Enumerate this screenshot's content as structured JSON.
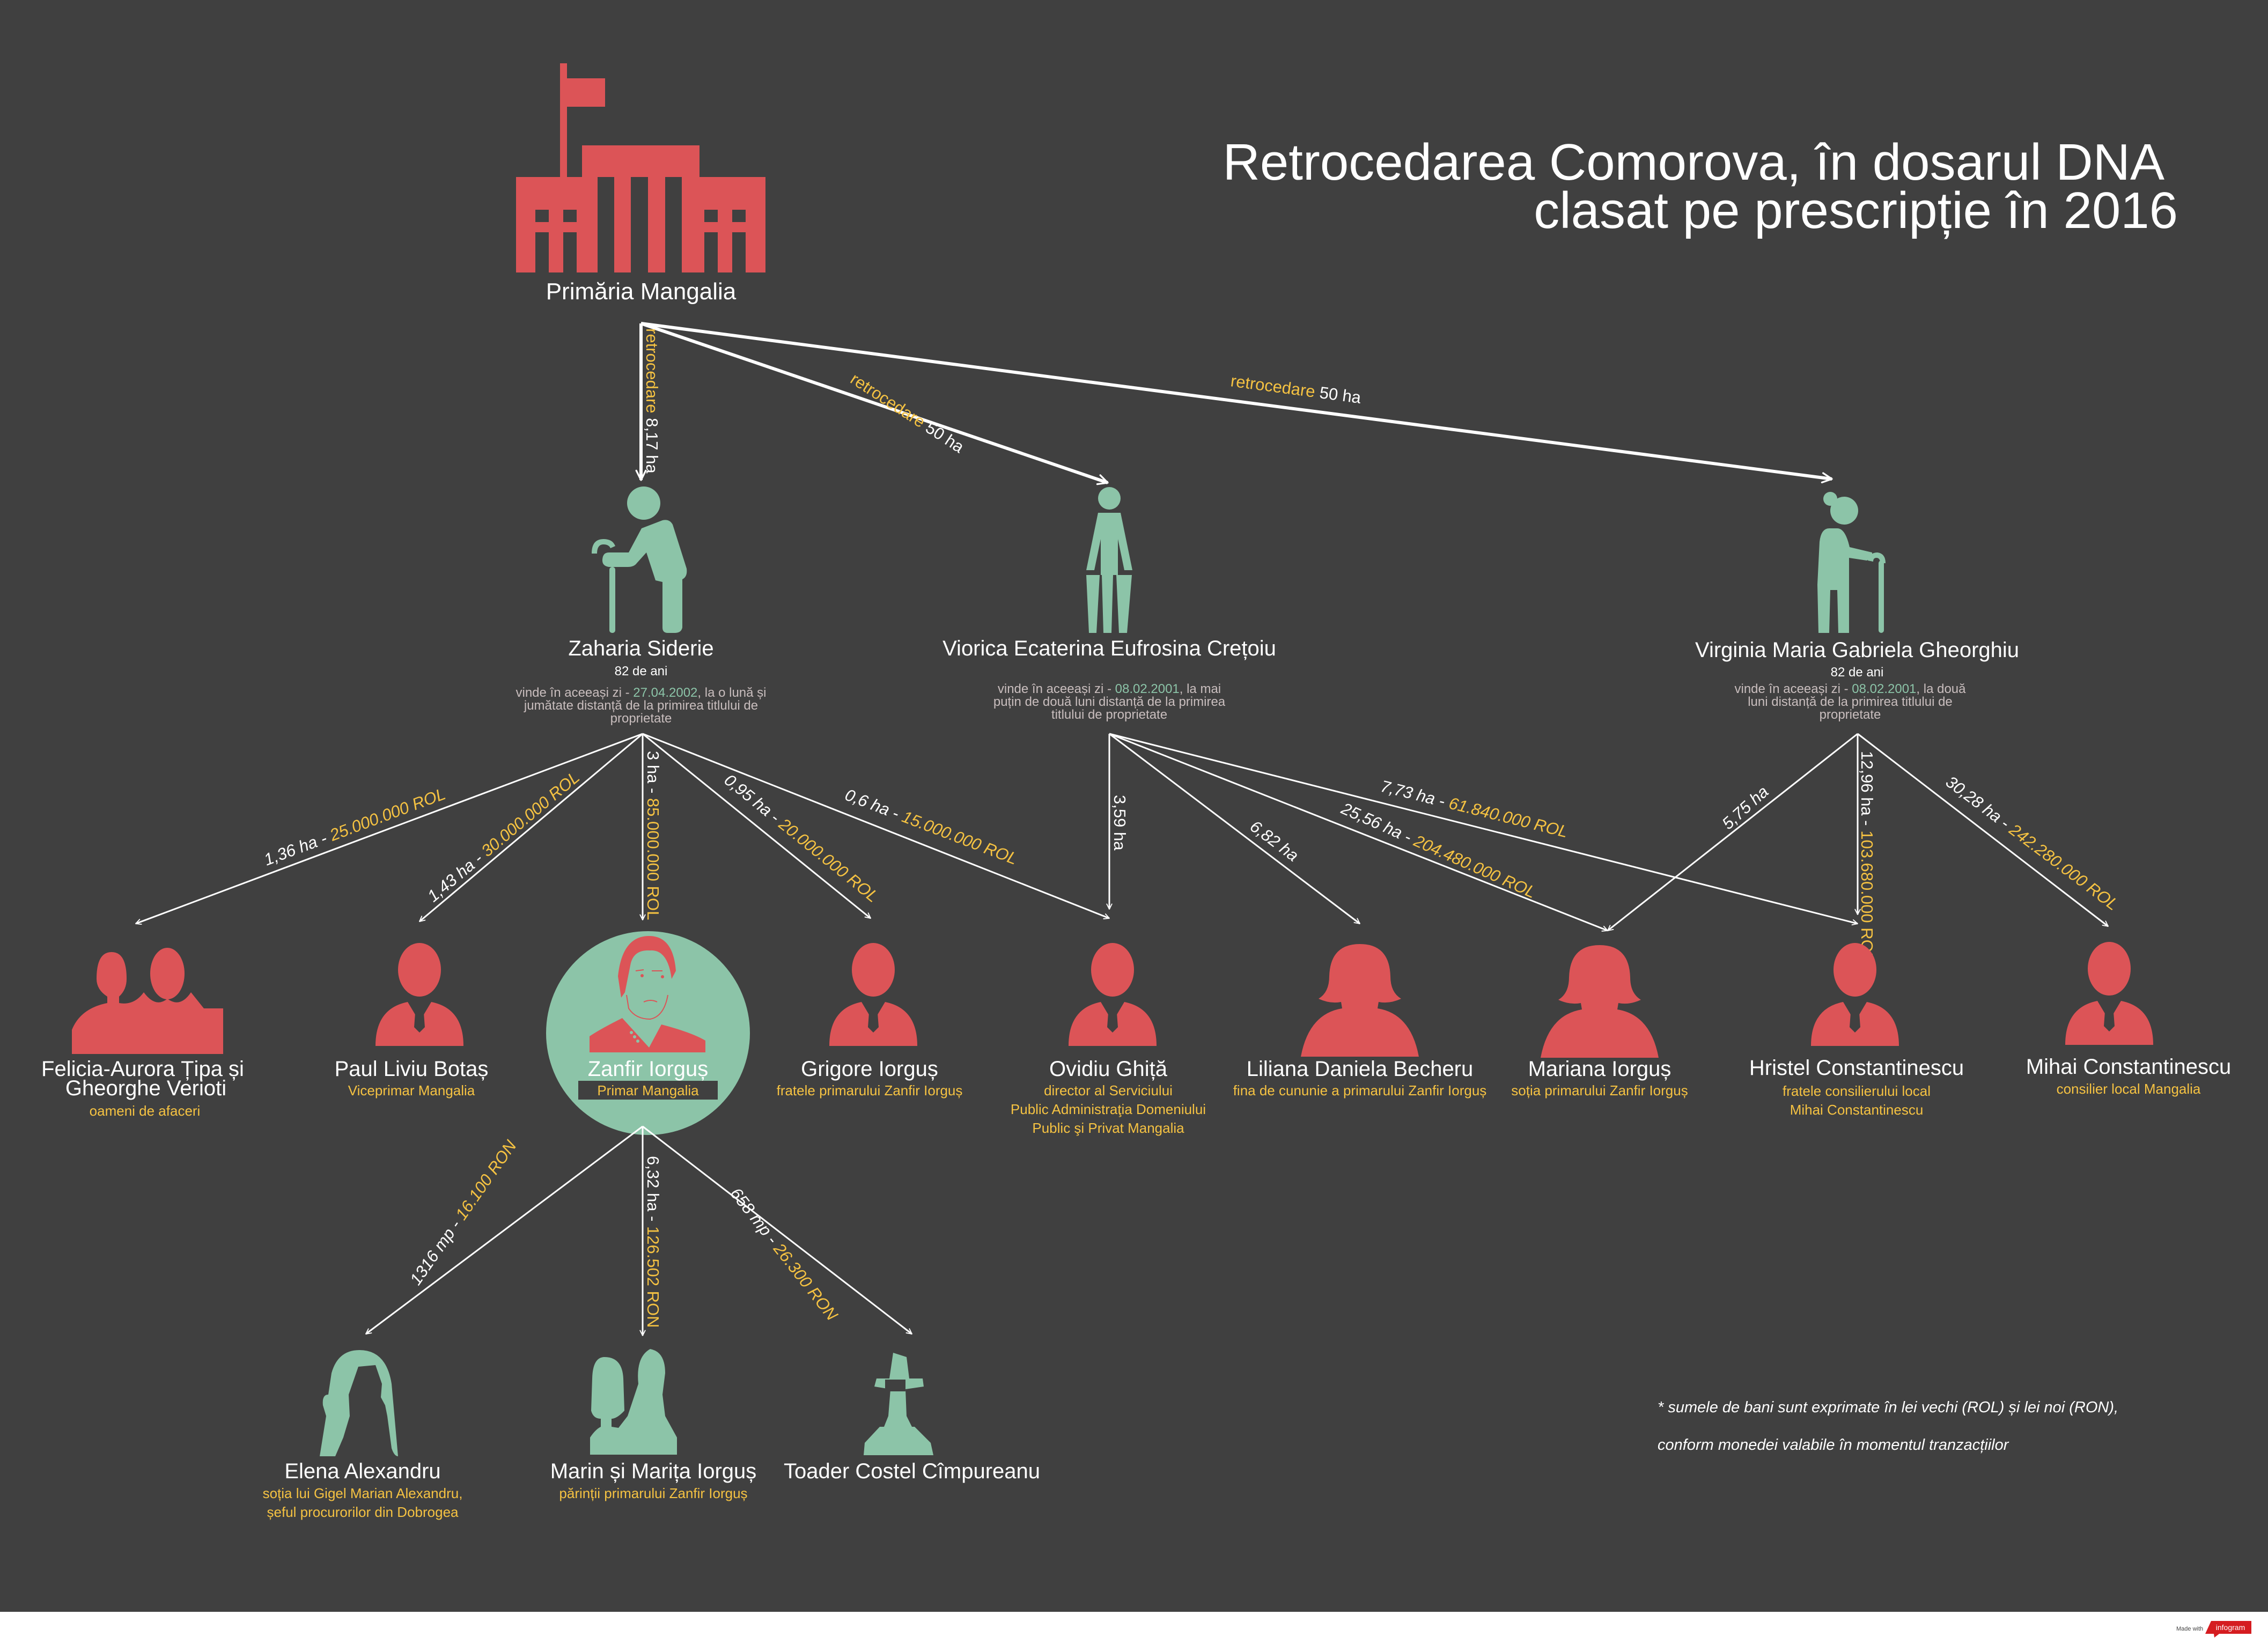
{
  "colors": {
    "background": "#404040",
    "red": "#dc5457",
    "green": "#8cc4a8",
    "gold": "#f5c242",
    "text": "#ffffff",
    "muted": "#c9bebe",
    "footer_bg": "#ffffff",
    "infogram_red": "#d51c20"
  },
  "title": {
    "line1": "Retrocedarea Comorova, în dosarul DNA",
    "line2": "clasat pe prescripție în 2016"
  },
  "root": {
    "name": "Primăria Mangalia",
    "icon": "city-hall-icon"
  },
  "retro_edges": [
    {
      "word": "retrocedare",
      "amount": " 8,17 ha"
    },
    {
      "word": "retrocedare",
      "amount": " 50 ha"
    },
    {
      "word": "retrocedare",
      "amount": " 50 ha"
    }
  ],
  "owners": [
    {
      "name": "Zaharia Siderie",
      "age": "82 de ani",
      "desc_pre": "vinde în aceeași zi - ",
      "date": "27.04.2002",
      "desc_post": ", la o lună și",
      "desc_line2": "jumătate distanță de la primirea titlului de",
      "desc_line3": "proprietate",
      "icon": "elderly-man-with-cane-icon"
    },
    {
      "name": "Viorica Ecaterina Eufrosina Crețoiu",
      "age": "",
      "desc_pre": "vinde în aceeași zi - ",
      "date": "08.02.2001",
      "desc_post": ", la mai",
      "desc_line2": "puțin de două luni distanță de la primirea",
      "desc_line3": "titlului de proprietate",
      "icon": "woman-icon"
    },
    {
      "name": "Virginia Maria Gabriela Gheorghiu",
      "age": "82 de ani",
      "desc_pre": "vinde în aceeași zi - ",
      "date": "08.02.2001",
      "desc_post": ", la două",
      "desc_line2": "luni distanță de la primirea titlului de",
      "desc_line3": "proprietate",
      "icon": "elderly-woman-with-cane-icon"
    }
  ],
  "buyers": [
    {
      "name_line1": "Felicia-Aurora Țipa și",
      "name_line2": "Gheorghe Verioti",
      "role_lines": [
        "oameni de afaceri"
      ],
      "icon": "couple-icon"
    },
    {
      "name_line1": "Paul Liviu Botaș",
      "name_line2": "",
      "role_lines": [
        "Viceprimar Mangalia"
      ],
      "icon": "man-icon"
    },
    {
      "name_line1": "Zanfir Iorguș",
      "name_line2": "",
      "role_lines": [
        "Primar Mangalia"
      ],
      "icon": "mayor-portrait-icon"
    },
    {
      "name_line1": "Grigore Iorguș",
      "name_line2": "",
      "role_lines": [
        "fratele primarului Zanfir Iorguș"
      ],
      "icon": "man-icon"
    },
    {
      "name_line1": "Ovidiu Ghiță",
      "name_line2": "",
      "role_lines": [
        "director al Serviciului",
        "Public Administraţia Domeniului",
        "Public şi Privat Mangalia"
      ],
      "icon": "man-icon"
    },
    {
      "name_line1": "Liliana Daniela Becheru",
      "name_line2": "",
      "role_lines": [
        "fina de cununie a primarului Zanfir Iorguș"
      ],
      "icon": "woman-icon"
    },
    {
      "name_line1": "Mariana Iorguș",
      "name_line2": "",
      "role_lines": [
        "soția primarului Zanfir Iorguș"
      ],
      "icon": "woman-icon"
    },
    {
      "name_line1": "Hristel Constantinescu",
      "name_line2": "",
      "role_lines": [
        "fratele consilierului local",
        "Mihai Constantinescu"
      ],
      "icon": "man-icon"
    },
    {
      "name_line1": "Mihai Constantinescu",
      "name_line2": "",
      "role_lines": [
        "consilier local Mangalia"
      ],
      "icon": "man-icon"
    }
  ],
  "sale_edges": [
    {
      "area": "1,36 ha - ",
      "price": "25.000.000 ROL"
    },
    {
      "area": "1,43 ha - ",
      "price": "30.000.000 ROL"
    },
    {
      "area": "3 ha - ",
      "price": "85.000.000 ROL"
    },
    {
      "area": "0,95 ha - ",
      "price": "20.000.000 ROL"
    },
    {
      "area": "0,6 ha - ",
      "price": "15.000.000 ROL"
    },
    {
      "area": "3,59 ha",
      "price": ""
    },
    {
      "area": "6,82 ha",
      "price": ""
    },
    {
      "area": "25,56 ha - ",
      "price": "204.480.000 ROL"
    },
    {
      "area": "7,73 ha - ",
      "price": "61.840.000 ROL"
    },
    {
      "area": "5,75 ha",
      "price": ""
    },
    {
      "area": "12,96 ha - ",
      "price": "103.680.000 ROL"
    },
    {
      "area": "30,28 ha - ",
      "price": "242.280.000 ROL"
    }
  ],
  "mayor_sales": [
    {
      "area": "1316 mp - ",
      "price": "16.100 RON"
    },
    {
      "area": "6,32 ha - ",
      "price": "126.502 RON"
    },
    {
      "area": "658 mp - ",
      "price": "26.300 RON"
    }
  ],
  "third_level": [
    {
      "name": "Elena Alexandru",
      "role_lines": [
        "soția lui Gigel Marian Alexandru,",
        "șeful procurorilor din Dobrogea"
      ],
      "icon": "woman-long-hair-icon"
    },
    {
      "name": "Marin și Marița Iorguș",
      "role_lines": [
        "părinții primarului Zanfir Iorguș"
      ],
      "icon": "couple-icon"
    },
    {
      "name": "Toader Costel Cîmpureanu",
      "role_lines": [],
      "icon": "man-with-hat-icon"
    }
  ],
  "footnote": {
    "line1": "* sumele de bani sunt exprimate în lei vechi (ROL) și lei noi (RON),",
    "line2": "conform monedei valabile în momentul tranzacțiilor"
  },
  "footer": {
    "made_with": "Made with",
    "brand": "infogram"
  }
}
